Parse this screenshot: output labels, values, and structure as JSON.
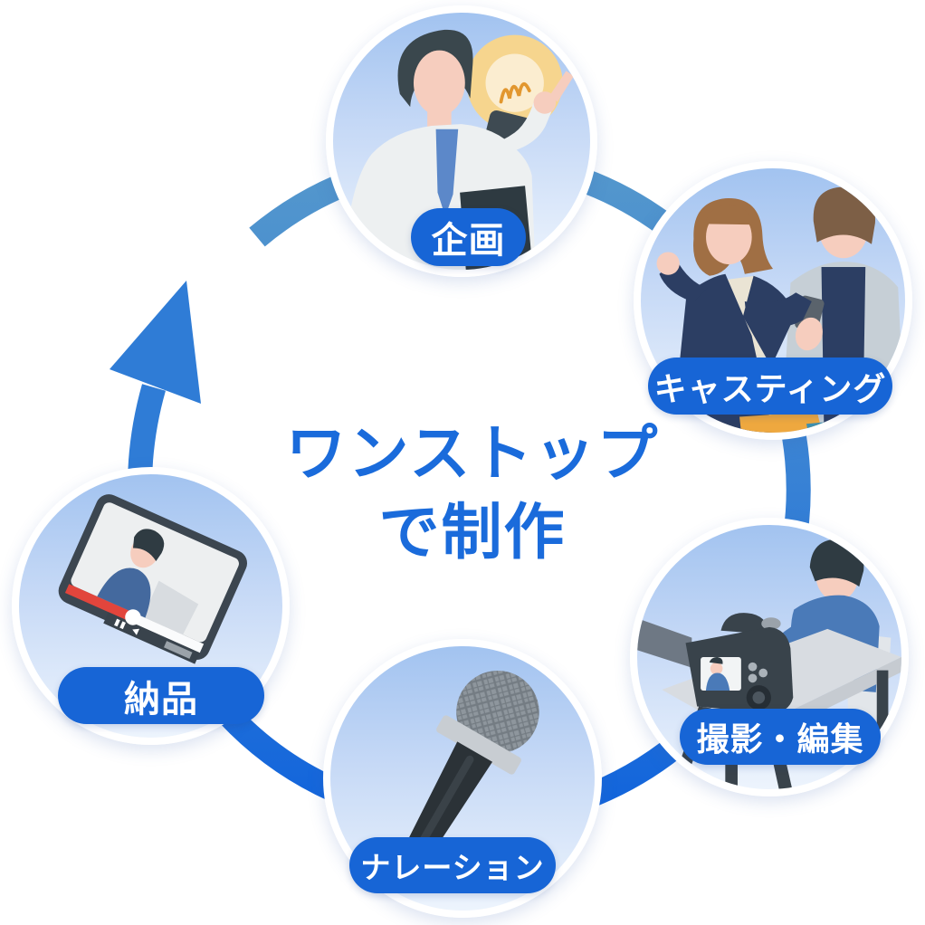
{
  "center": {
    "line1": "ワンストップ",
    "line2": "で制作"
  },
  "steps": [
    {
      "id": "planning",
      "label": "企画",
      "illustration": "person-pointing-at-lightbulb"
    },
    {
      "id": "casting",
      "label": "キャスティング",
      "illustration": "two-performers"
    },
    {
      "id": "shooting-editing",
      "label": "撮影・編集",
      "illustration": "camera-filming-interview"
    },
    {
      "id": "narration",
      "label": "ナレーション",
      "illustration": "microphone"
    },
    {
      "id": "delivery",
      "label": "納品",
      "illustration": "video-player"
    }
  ],
  "flow": {
    "shape": "circle",
    "direction": "clockwise",
    "arrow": "from-delivery-to-planning"
  },
  "colors": {
    "pill_blue": "#1765d6",
    "title_blue": "#1a6bdb",
    "ring_gradient_top": "#5598cc",
    "ring_gradient_bottom": "#1063dc",
    "arrow_blue": "#2f7cd6",
    "circle_gradient_top": "#a2c3f0",
    "circle_gradient_bottom": "#edf4fd",
    "circle_border": "#ffffff"
  }
}
